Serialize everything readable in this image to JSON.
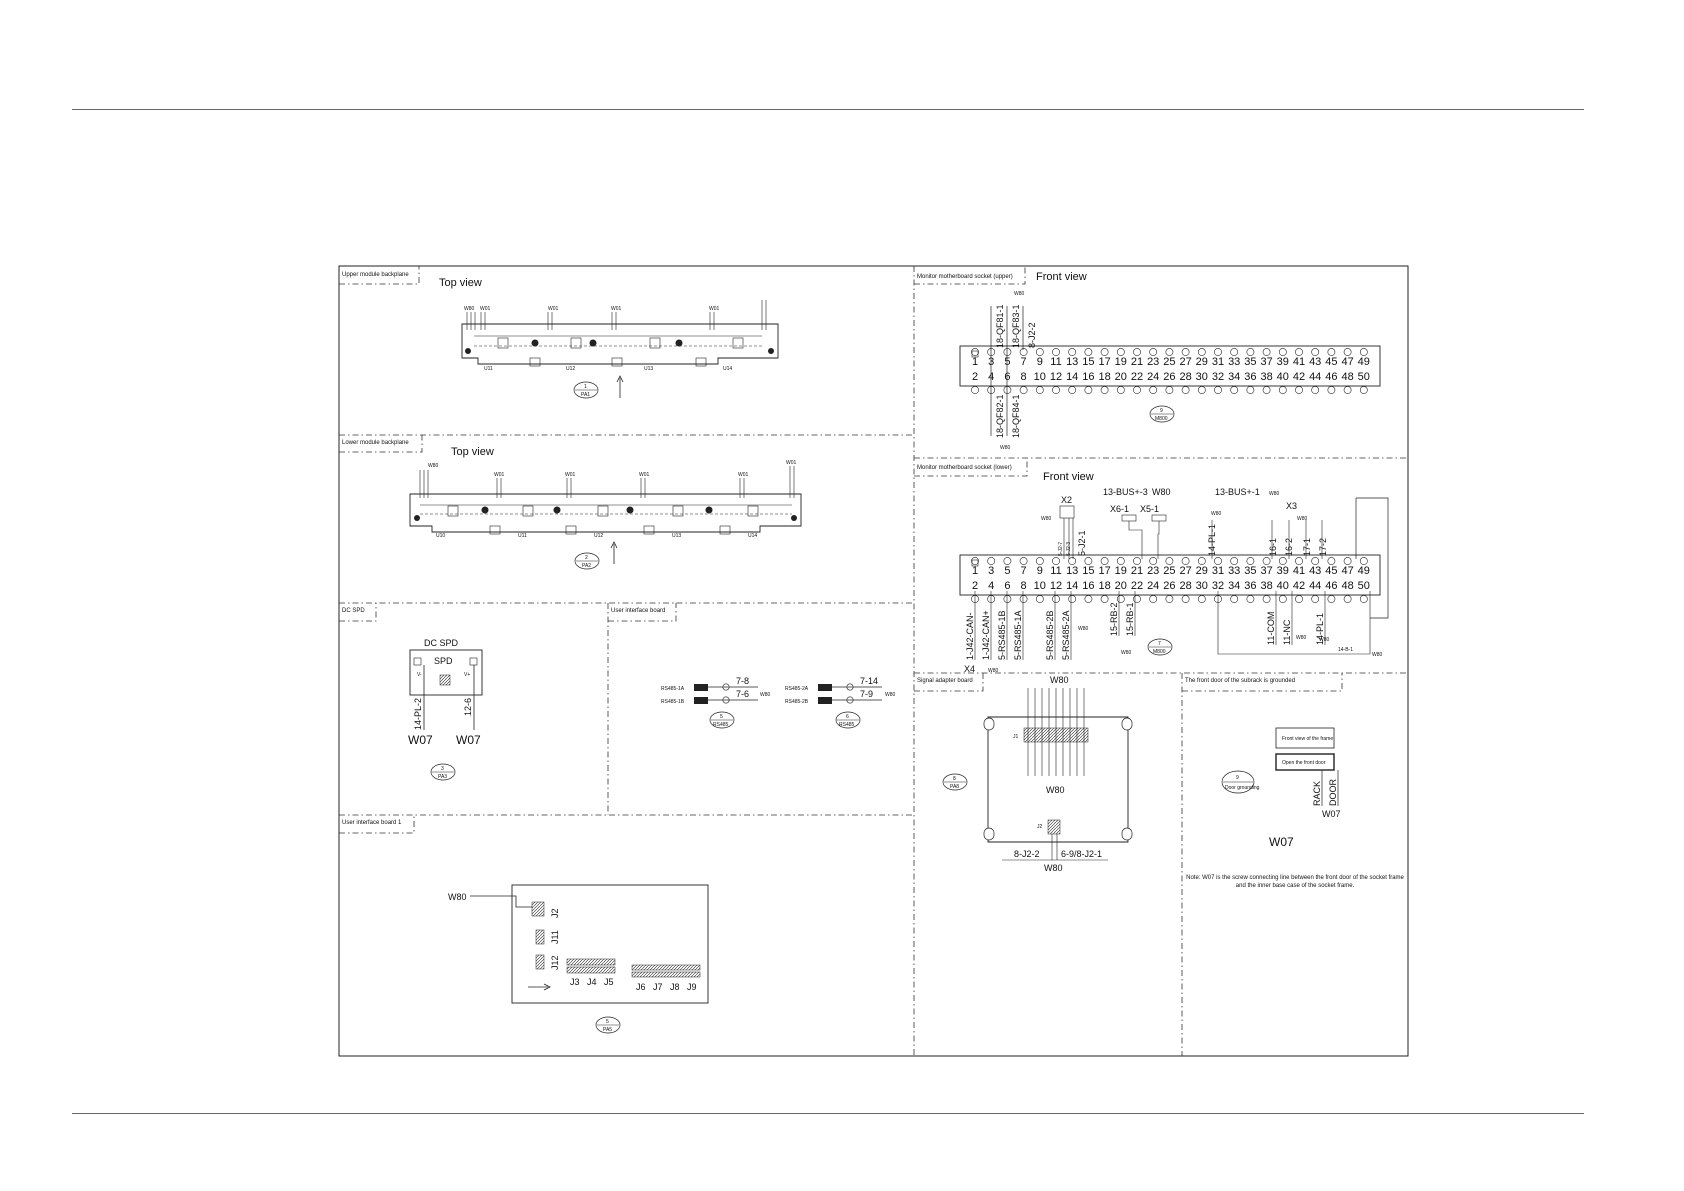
{
  "panels": {
    "upper_backplane": {
      "tag": "Upper module backplane",
      "view": "Top view",
      "badge_num": "1",
      "badge_ref": "PA1",
      "wire_labels": [
        "W80",
        "W01",
        "W01",
        "W01",
        "W01"
      ],
      "slot_labels": [
        "U11",
        "U12",
        "U13",
        "U14"
      ]
    },
    "lower_backplane": {
      "tag": "Lower module backplane",
      "view": "Top view",
      "badge_num": "2",
      "badge_ref": "PA2",
      "wire_labels": [
        "W80",
        "W01",
        "W01",
        "W01",
        "W01",
        "W01"
      ],
      "slot_labels": [
        "U10",
        "U11",
        "U12",
        "U13",
        "U14"
      ]
    },
    "dc_spd": {
      "tag": "DC SPD",
      "title": "DC SPD",
      "box": "SPD",
      "v_minus": "V-",
      "v_plus": "V+",
      "wire1": "14-PL-2",
      "wire2": "12-6",
      "cable1": "W07",
      "cable2": "W07",
      "badge_num": "3",
      "badge_ref": "PA3"
    },
    "user_interface": {
      "tag": "User interface board",
      "left": {
        "pin_a": "RS485-1A",
        "pin_b": "RS485-1B",
        "wire_a": "7-8",
        "wire_b": "7-6",
        "cable": "W80",
        "badge_num": "5",
        "badge_ref": "RS485"
      },
      "right": {
        "pin_a": "RS485-2A",
        "pin_b": "RS485-2B",
        "wire_a": "7-14",
        "wire_b": "7-9",
        "cable": "W80",
        "badge_num": "6",
        "badge_ref": "RS485"
      }
    },
    "user_interface_1": {
      "tag": "User interface board 1",
      "cable": "W80",
      "connectors_v": [
        "J2",
        "J11",
        "J12"
      ],
      "connectors_h": [
        "J3",
        "J4",
        "J5",
        "J6",
        "J7",
        "J8",
        "J9"
      ],
      "badge_num": "5",
      "badge_ref": "PA5"
    },
    "monitor_upper": {
      "tag": "Monitor motherboard socket (upper)",
      "view": "Front view",
      "top_cable": "W80",
      "bottom_cable": "W80",
      "top_wires": [
        "18-QF81-1",
        "18-QF83-1",
        "8-J2-2"
      ],
      "bottom_wires": [
        "18-QF82-1",
        "18-QF84-1"
      ],
      "odd_pins": [
        "1",
        "3",
        "5",
        "7",
        "9",
        "11",
        "13",
        "15",
        "17",
        "19",
        "21",
        "23",
        "25",
        "27",
        "29",
        "31",
        "33",
        "35",
        "37",
        "39",
        "41",
        "43",
        "45",
        "47",
        "49"
      ],
      "even_pins": [
        "2",
        "4",
        "6",
        "8",
        "10",
        "12",
        "14",
        "16",
        "18",
        "20",
        "22",
        "24",
        "26",
        "28",
        "30",
        "32",
        "34",
        "36",
        "38",
        "40",
        "42",
        "44",
        "46",
        "48",
        "50"
      ],
      "badge_num": "9",
      "badge_ref": "M800"
    },
    "monitor_lower": {
      "tag": "Monitor motherboard socket (lower)",
      "view": "Front view",
      "top_labels": [
        "13-BUS+-3",
        "W80",
        "X6-1",
        "X5-1",
        "13-BUS+-1",
        "W80",
        "X3",
        "X2",
        "W80",
        "W80",
        "W80"
      ],
      "top_wires": [
        "5-J2-7",
        "5-J2-3",
        "5-J2-1",
        "14-PL-1",
        "16-1",
        "16-2",
        "17-1",
        "17-2"
      ],
      "bottom_wires": [
        "1-J42-CAN-",
        "1-J42-CAN+",
        "5-RS485-1B",
        "5-RS485-1A",
        "5-RS485-2B",
        "5-RS485-2A",
        "15-RB-2",
        "15-RB-1",
        "11-COM",
        "11-NC",
        "14-PL-1"
      ],
      "bottom_labels": [
        "X4",
        "W80",
        "W80",
        "W80",
        "W80",
        "W80",
        "14-B-1",
        "W80"
      ],
      "badge_num": "7",
      "badge_ref": "M800"
    },
    "signal_adapter": {
      "tag": "Signal adapter board",
      "top_cable": "W80",
      "mid_cable": "W80",
      "conn_j1": "J1",
      "conn_j2": "J2",
      "wire_left": "8-J2-2",
      "wire_right": "6-9/8-J2-1",
      "bottom_cable": "W80",
      "badge_num": "8",
      "badge_ref": "PA8"
    },
    "front_door": {
      "tag": "The front door of the subrack is grounded",
      "box1": "Front view of the frame",
      "box2": "Open the front door",
      "rack": "RACK",
      "door": "DOOR",
      "cable": "W07",
      "big_label": "W07",
      "badge_num": "9",
      "badge_ref": "Door grounding",
      "note": "Note: W07 is the screw connecting line between the front door of the socket frame and the inner base case of the socket frame."
    }
  }
}
